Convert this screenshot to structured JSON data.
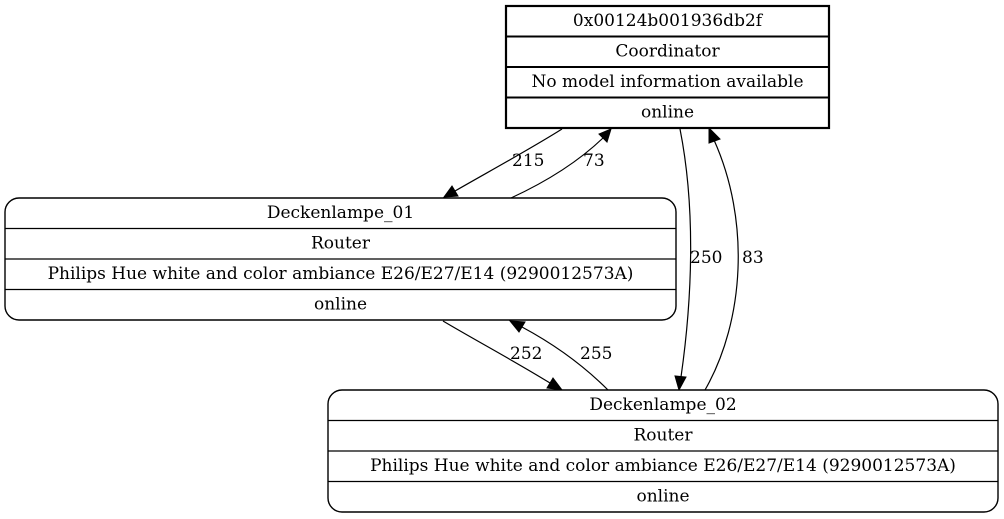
{
  "graph": {
    "nodes": [
      {
        "id": "coordinator",
        "ieee_address": "0x00124b001936db2f",
        "type": "Coordinator",
        "model": "No model information available",
        "status": "online"
      },
      {
        "id": "deckenlampe_01",
        "ieee_address": "Deckenlampe_01",
        "type": "Router",
        "model": "Philips Hue white and color ambiance E26/E27/E14 (9290012573A)",
        "status": "online"
      },
      {
        "id": "deckenlampe_02",
        "ieee_address": "Deckenlampe_02",
        "type": "Router",
        "model": "Philips Hue white and color ambiance E26/E27/E14 (9290012573A)",
        "status": "online"
      }
    ],
    "edges": [
      {
        "from": "coordinator",
        "to": "deckenlampe_01",
        "label": "215"
      },
      {
        "from": "deckenlampe_01",
        "to": "coordinator",
        "label": "73"
      },
      {
        "from": "coordinator",
        "to": "deckenlampe_02",
        "label": "250"
      },
      {
        "from": "deckenlampe_02",
        "to": "coordinator",
        "label": "83"
      },
      {
        "from": "deckenlampe_01",
        "to": "deckenlampe_02",
        "label": "252"
      },
      {
        "from": "deckenlampe_02",
        "to": "deckenlampe_01",
        "label": "255"
      }
    ]
  }
}
